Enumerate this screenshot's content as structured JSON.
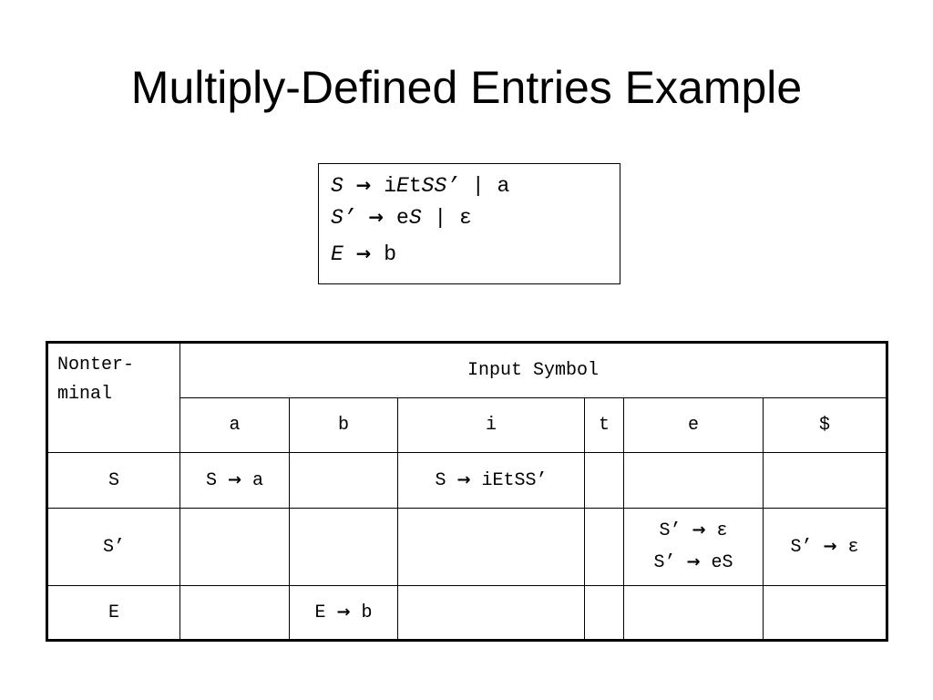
{
  "title": "Multiply-Defined Entries Example",
  "grammar": [
    {
      "lhs": "S",
      "arrow": "→",
      "rhs_parts": [
        {
          "t": "i",
          "i": false
        },
        {
          "t": "E",
          "i": true
        },
        {
          "t": "t",
          "i": false
        },
        {
          "t": "SS’",
          "i": true
        },
        {
          "t": " | a",
          "i": false
        }
      ]
    },
    {
      "lhs": "S’",
      "arrow": "→",
      "rhs_parts": [
        {
          "t": "e",
          "i": false
        },
        {
          "t": "S",
          "i": true
        },
        {
          "t": " | ε",
          "i": false
        }
      ]
    },
    {
      "lhs": "E",
      "arrow": "→",
      "rhs_parts": [
        {
          "t": "b",
          "i": false
        }
      ]
    }
  ],
  "table": {
    "corner_line1": "Nonter-",
    "corner_line2": "minal",
    "input_header": "Input Symbol",
    "symbols": [
      "a",
      "b",
      "i",
      "t",
      "e",
      "$"
    ],
    "rows": [
      {
        "nonterminal": "S",
        "cells": [
          [
            "S → a"
          ],
          [],
          [
            "S → iEtSS’"
          ],
          [],
          [],
          []
        ]
      },
      {
        "nonterminal": "S’",
        "cells": [
          [],
          [],
          [],
          [],
          [
            "S’ → ε",
            "S’ → eS"
          ],
          [
            "S’ → ε"
          ]
        ]
      },
      {
        "nonterminal": "E",
        "cells": [
          [],
          [
            "E → b"
          ],
          [],
          [],
          [],
          []
        ]
      }
    ]
  }
}
